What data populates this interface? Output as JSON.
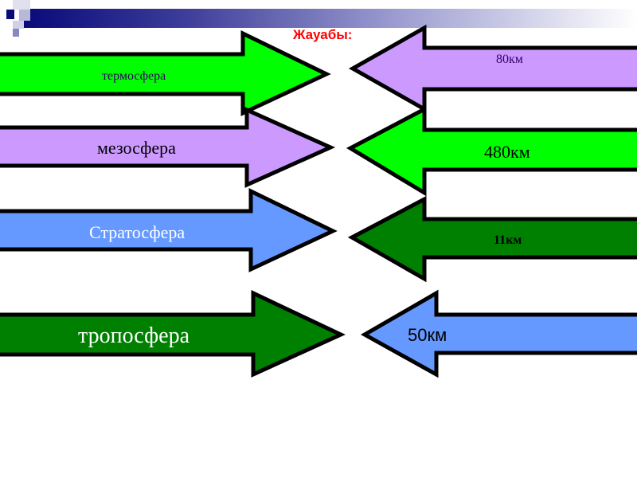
{
  "title": "Жауабы:",
  "left_arrows": [
    {
      "label": "термосфера",
      "color": "#00ff00"
    },
    {
      "label": "мезосфера",
      "color": "#cc99ff"
    },
    {
      "label": "Стратосфера",
      "color": "#6699ff"
    },
    {
      "label": "тропосфера",
      "color": "#008000"
    }
  ],
  "right_arrows": [
    {
      "label": "80км",
      "color": "#cc99ff"
    },
    {
      "label": "480км",
      "color": "#00ff00"
    },
    {
      "label": "11км",
      "color": "#008000"
    },
    {
      "label": "50км",
      "color": "#6699ff"
    }
  ]
}
